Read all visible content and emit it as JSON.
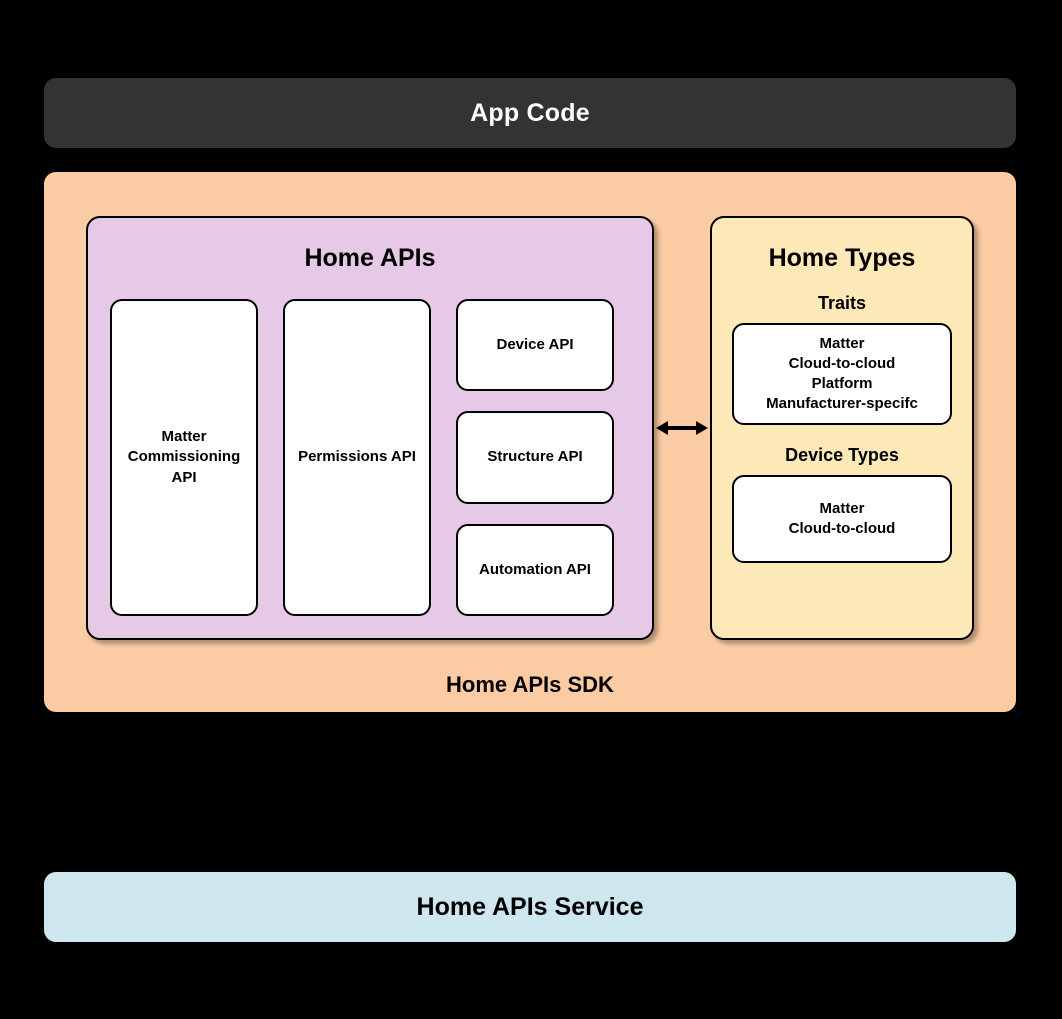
{
  "diagram": {
    "top_bar": {
      "label": "App Code",
      "bg": "#333333",
      "text_color": "#ffffff"
    },
    "sdk": {
      "label": "Home APIs SDK",
      "bg": "#fbcba4",
      "home_apis": {
        "title": "Home APIs",
        "bg": "#e6c9e6",
        "tall_cards": [
          {
            "label": "Matter\nCommissioning\nAPI"
          },
          {
            "label": "Permissions API"
          }
        ],
        "stacked_cards": [
          {
            "label": "Device API"
          },
          {
            "label": "Structure API"
          },
          {
            "label": "Automation API"
          }
        ]
      },
      "connector": {
        "icon": "double-arrow-horizontal",
        "color": "#000000"
      },
      "home_types": {
        "title": "Home Types",
        "bg": "#fde9b8",
        "sections": [
          {
            "heading": "Traits",
            "items": "Matter\nCloud-to-cloud\nPlatform\nManufacturer-specifc"
          },
          {
            "heading": "Device Types",
            "items": "Matter\nCloud-to-cloud"
          }
        ]
      }
    },
    "bottom_bar": {
      "label": "Home APIs Service",
      "bg": "#cee6ee",
      "text_color": "#000000"
    }
  }
}
